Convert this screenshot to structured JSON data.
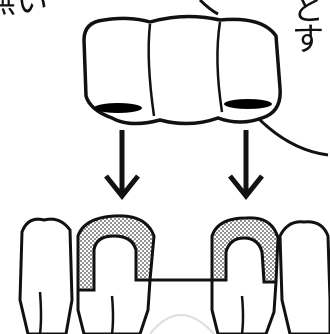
{
  "text_fragments": {
    "top_left": "無い",
    "top_right_1": "と",
    "top_right_2": "す"
  },
  "colors": {
    "ink": "#111111",
    "paper": "#ffffff",
    "crown_hatch": "#9a9a9a",
    "pad_fill": "#000000"
  }
}
